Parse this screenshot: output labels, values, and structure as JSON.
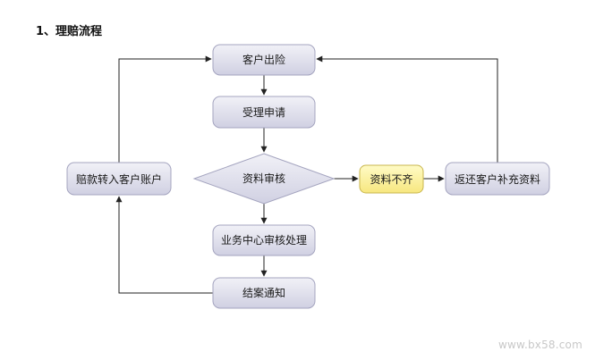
{
  "title": "1、理赔流程",
  "nodes": {
    "report": "客户出险",
    "accept": "受理申请",
    "review": "资料审核",
    "incomplete": "资料不齐",
    "return_customer": "返还客户补充资料",
    "business_review": "业务中心审核处理",
    "notify": "结案通知",
    "payout": "赔款转入客户账户"
  },
  "watermark": "www.bx58.com",
  "colors": {
    "node_fill_top": "#f0f0f6",
    "node_fill_bottom": "#d0d0e2",
    "node_stroke": "#a4a4bf",
    "highlight_fill_top": "#fffbc6",
    "highlight_fill_bottom": "#f7e77f",
    "highlight_stroke": "#c8b64e",
    "connector": "#222222"
  }
}
